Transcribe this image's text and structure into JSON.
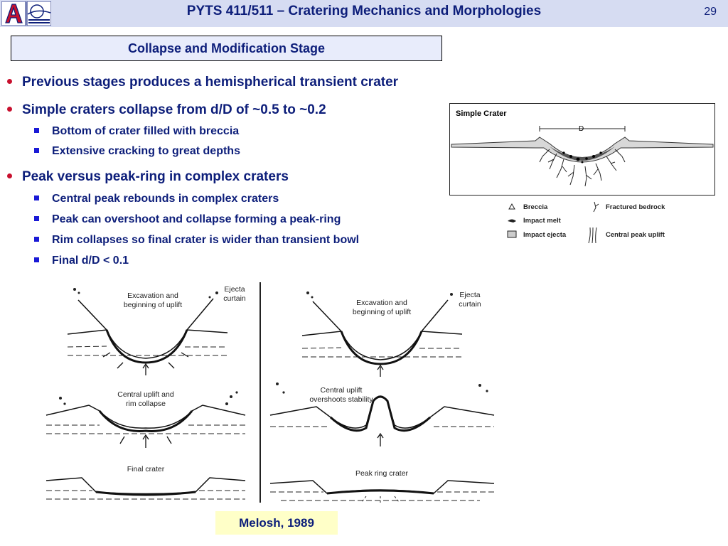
{
  "header": {
    "title": "PYTS 411/511 – Cratering Mechanics and Morphologies",
    "page_number": "29"
  },
  "subtitle": "Collapse and Modification Stage",
  "bullets": [
    {
      "text": "Previous stages produces a hemispherical transient crater",
      "subs": []
    },
    {
      "text": "Simple craters collapse from d/D of ~0.5 to ~0.2",
      "subs": [
        "Bottom of crater filled with breccia",
        "Extensive cracking to great depths"
      ]
    },
    {
      "text": "Peak versus peak-ring in complex craters",
      "subs": [
        "Central peak rebounds in complex craters",
        "Peak can overshoot and collapse forming a peak-ring",
        "Rim collapses so final crater is wider than transient bowl",
        "Final d/D < 0.1"
      ]
    }
  ],
  "simple_crater": {
    "title": "Simple Crater",
    "diameter_label": "D"
  },
  "legend": {
    "breccia": "Breccia",
    "impact_melt": "Impact melt",
    "impact_ejecta": "Impact ejecta",
    "fractured_bedrock": "Fractured bedrock",
    "central_peak_uplift": "Central peak uplift"
  },
  "stages": {
    "left": {
      "excavation_1": "Excavation and",
      "excavation_2": "beginning of uplift",
      "ejecta_1": "Ejecta",
      "ejecta_2": "curtain",
      "uplift_1": "Central uplift and",
      "uplift_2": "rim collapse",
      "final": "Final crater"
    },
    "right": {
      "excavation_1": "Excavation and",
      "excavation_2": "beginning of uplift",
      "ejecta_1": "Ejecta",
      "ejecta_2": "curtain",
      "uplift_1": "Central uplift",
      "uplift_2": "overshoots stability",
      "final": "Peak ring crater"
    }
  },
  "citation": "Melosh, 1989"
}
